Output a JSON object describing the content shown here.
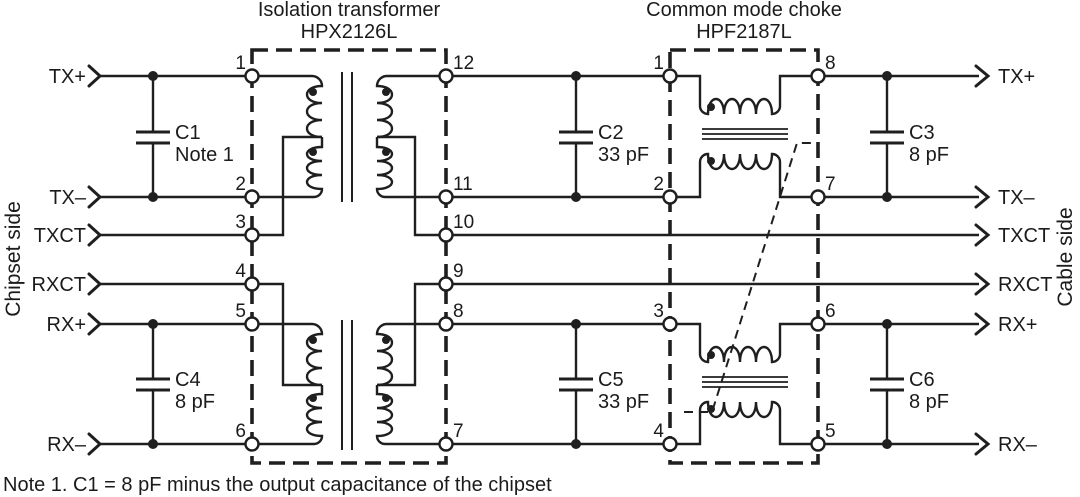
{
  "schematic": {
    "titles": {
      "transformer_line1": "Isolation transformer",
      "transformer_line2": "HPX2126L",
      "choke_line1": "Common mode choke",
      "choke_line2": "HPF2187L"
    },
    "side_labels": {
      "left": "Chipset side",
      "right": "Cable side"
    },
    "ports_left": [
      "TX+",
      "TX–",
      "TXCT",
      "RXCT",
      "RX+",
      "RX–"
    ],
    "ports_right": [
      "TX+",
      "TX–",
      "TXCT",
      "RXCT",
      "RX+",
      "RX–"
    ],
    "transformer_pins_left": [
      "1",
      "2",
      "3",
      "4",
      "5",
      "6"
    ],
    "transformer_pins_right": [
      "12",
      "11",
      "10",
      "9",
      "8",
      "7"
    ],
    "choke_pins_left": [
      "1",
      "2",
      "3",
      "4"
    ],
    "choke_pins_right": [
      "8",
      "7",
      "6",
      "5"
    ],
    "capacitors": [
      {
        "ref": "C1",
        "value": "Note 1"
      },
      {
        "ref": "C2",
        "value": "33 pF"
      },
      {
        "ref": "C3",
        "value": "8 pF"
      },
      {
        "ref": "C4",
        "value": "8 pF"
      },
      {
        "ref": "C5",
        "value": "33 pF"
      },
      {
        "ref": "C6",
        "value": "8 pF"
      }
    ],
    "note": "Note 1. C1 = 8 pF minus the output capacitance of the chipset",
    "colors": {
      "line": "#1f1f1f",
      "background": "#ffffff"
    }
  }
}
